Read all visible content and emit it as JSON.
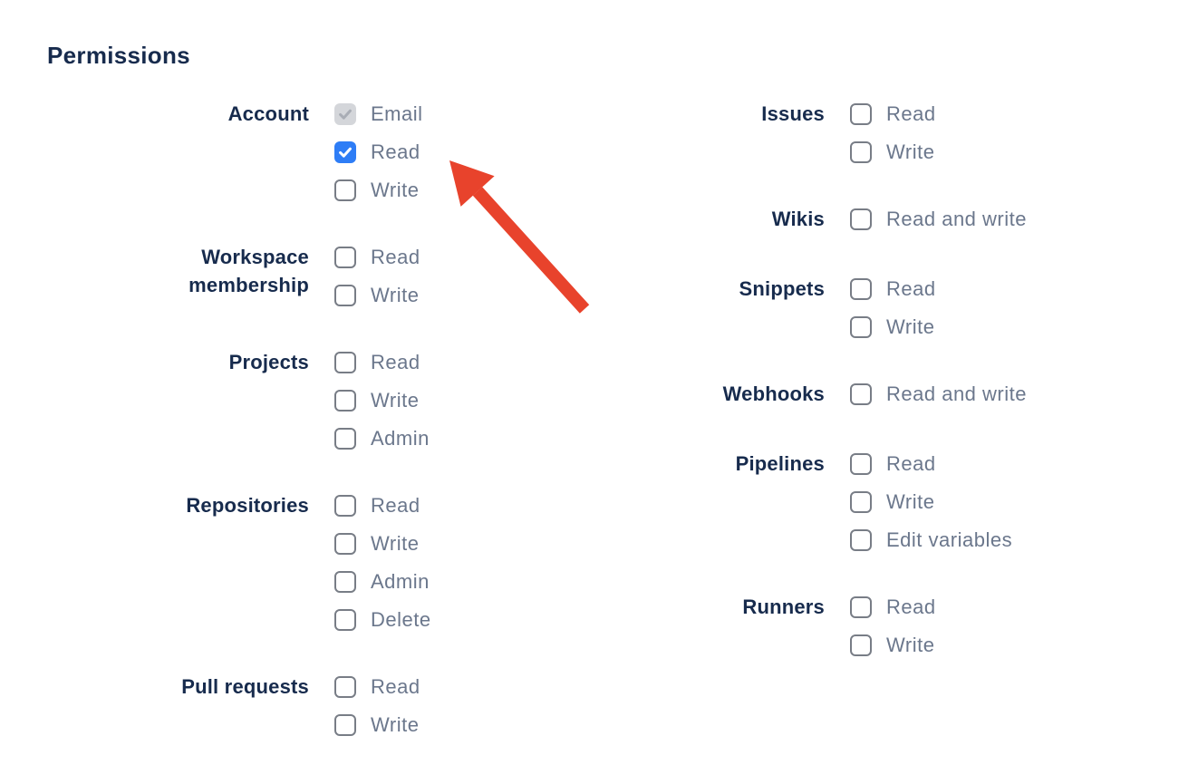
{
  "permissions": {
    "heading": "Permissions",
    "left_groups": [
      {
        "label": "Account",
        "options": [
          {
            "label": "Email",
            "state": "disabled-checked"
          },
          {
            "label": "Read",
            "state": "checked"
          },
          {
            "label": "Write",
            "state": "unchecked"
          }
        ]
      },
      {
        "label": "Workspace membership",
        "options": [
          {
            "label": "Read",
            "state": "unchecked"
          },
          {
            "label": "Write",
            "state": "unchecked"
          }
        ]
      },
      {
        "label": "Projects",
        "options": [
          {
            "label": "Read",
            "state": "unchecked"
          },
          {
            "label": "Write",
            "state": "unchecked"
          },
          {
            "label": "Admin",
            "state": "unchecked"
          }
        ]
      },
      {
        "label": "Repositories",
        "options": [
          {
            "label": "Read",
            "state": "unchecked"
          },
          {
            "label": "Write",
            "state": "unchecked"
          },
          {
            "label": "Admin",
            "state": "unchecked"
          },
          {
            "label": "Delete",
            "state": "unchecked"
          }
        ]
      },
      {
        "label": "Pull requests",
        "options": [
          {
            "label": "Read",
            "state": "unchecked"
          },
          {
            "label": "Write",
            "state": "unchecked"
          }
        ]
      }
    ],
    "right_groups": [
      {
        "label": "Issues",
        "options": [
          {
            "label": "Read",
            "state": "unchecked"
          },
          {
            "label": "Write",
            "state": "unchecked"
          }
        ]
      },
      {
        "label": "Wikis",
        "options": [
          {
            "label": "Read and write",
            "state": "unchecked"
          }
        ]
      },
      {
        "label": "Snippets",
        "options": [
          {
            "label": "Read",
            "state": "unchecked"
          },
          {
            "label": "Write",
            "state": "unchecked"
          }
        ]
      },
      {
        "label": "Webhooks",
        "options": [
          {
            "label": "Read and write",
            "state": "unchecked"
          }
        ]
      },
      {
        "label": "Pipelines",
        "options": [
          {
            "label": "Read",
            "state": "unchecked"
          },
          {
            "label": "Write",
            "state": "unchecked"
          },
          {
            "label": "Edit variables",
            "state": "unchecked"
          }
        ]
      },
      {
        "label": "Runners",
        "options": [
          {
            "label": "Read",
            "state": "unchecked"
          },
          {
            "label": "Write",
            "state": "unchecked"
          }
        ]
      }
    ]
  },
  "annotation": {
    "type": "arrow",
    "points_at": "Account Read checkbox"
  },
  "colors": {
    "heading": "#172B4D",
    "group-label": "#172B4D",
    "option-label": "#6B778C",
    "checkbox-border": "#787D86",
    "checkbox-checked-bg": "#2E7DF6",
    "checkbox-check": "#FFFFFF",
    "checkbox-disabled-bg": "#D4D6DA",
    "checkbox-disabled-check": "#A9ADB5",
    "arrow": "#E8432C",
    "page-bg": "#FFFFFF"
  }
}
